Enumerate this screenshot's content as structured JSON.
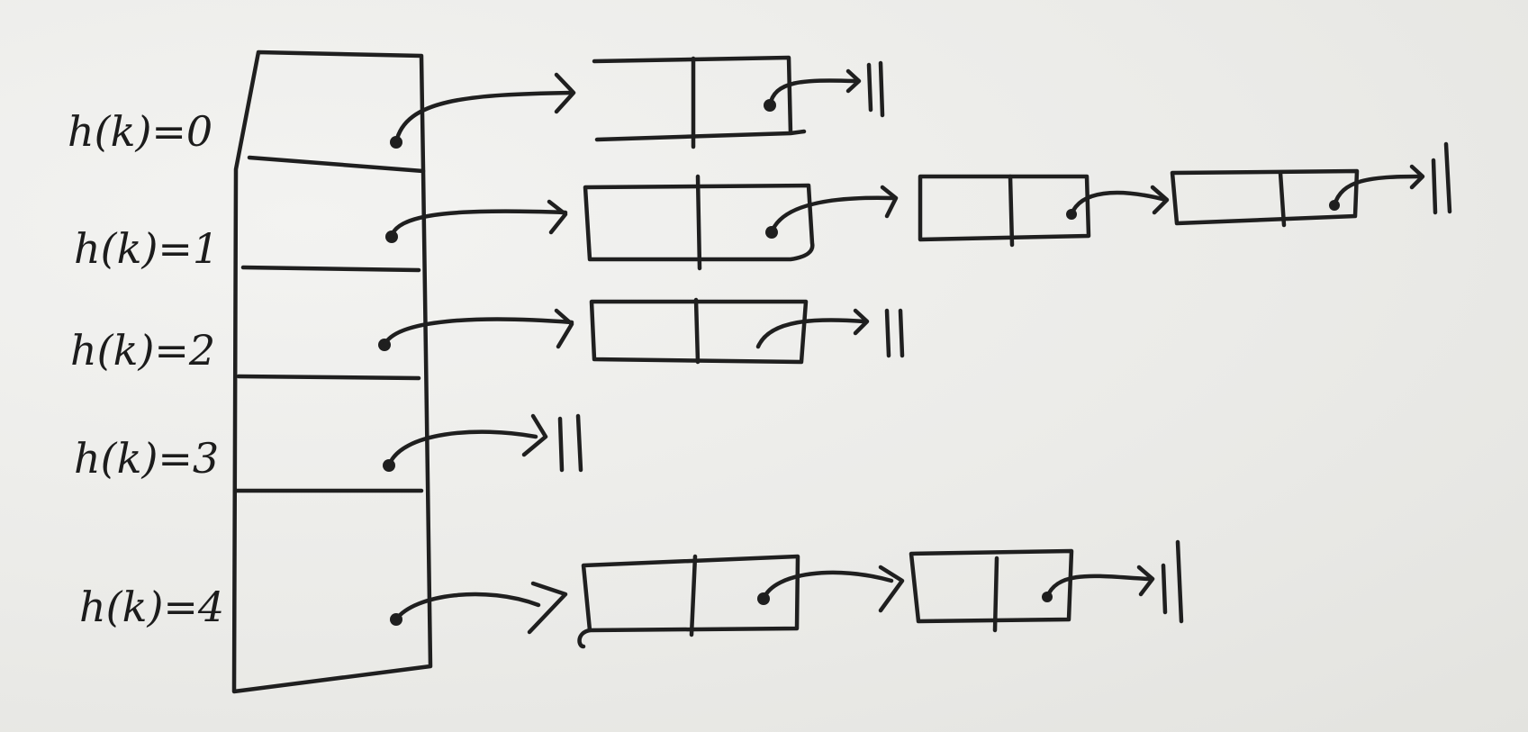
{
  "labels": [
    "h(k)=0",
    "h(k)=1",
    "h(k)=2",
    "h(k)=3",
    "h(k)=4"
  ],
  "buckets": [
    {
      "label_index": 0,
      "chain_length": 1
    },
    {
      "label_index": 1,
      "chain_length": 3
    },
    {
      "label_index": 2,
      "chain_length": 1
    },
    {
      "label_index": 3,
      "chain_length": 0
    },
    {
      "label_index": 4,
      "chain_length": 2
    }
  ],
  "colors": {
    "ink": "#1f1f1f",
    "paper": "#ececea"
  }
}
